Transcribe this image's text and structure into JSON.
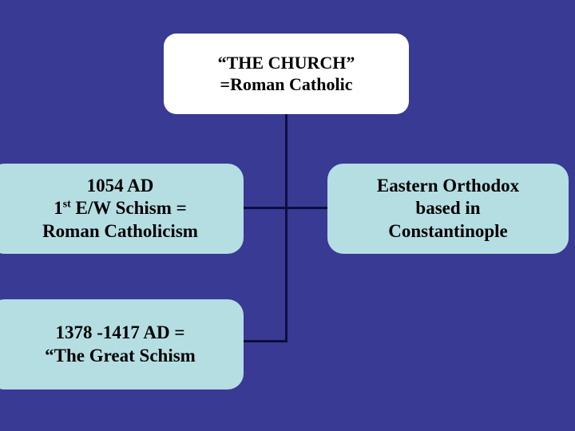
{
  "slide": {
    "background_color": "#383a93",
    "box_fill_color": "#b5dee3",
    "title_fill_color": "#ffffff",
    "connector_color": "#0d0d40",
    "text_color": "#000000"
  },
  "title_box": {
    "line1": "“THE CHURCH”",
    "line2": "=Roman Catholic"
  },
  "schism_box": {
    "line1": "1054 AD",
    "line2_prefix": "1",
    "line2_superscript": "st",
    "line2_suffix": " E/W Schism =",
    "line3": "Roman Catholicism"
  },
  "orthodox_box": {
    "line1": "Eastern Orthodox",
    "line2": "based in",
    "line3": "Constantinople"
  },
  "great_schism_box": {
    "line1": "1378 -1417 AD =",
    "line2": "“The Great Schism"
  }
}
